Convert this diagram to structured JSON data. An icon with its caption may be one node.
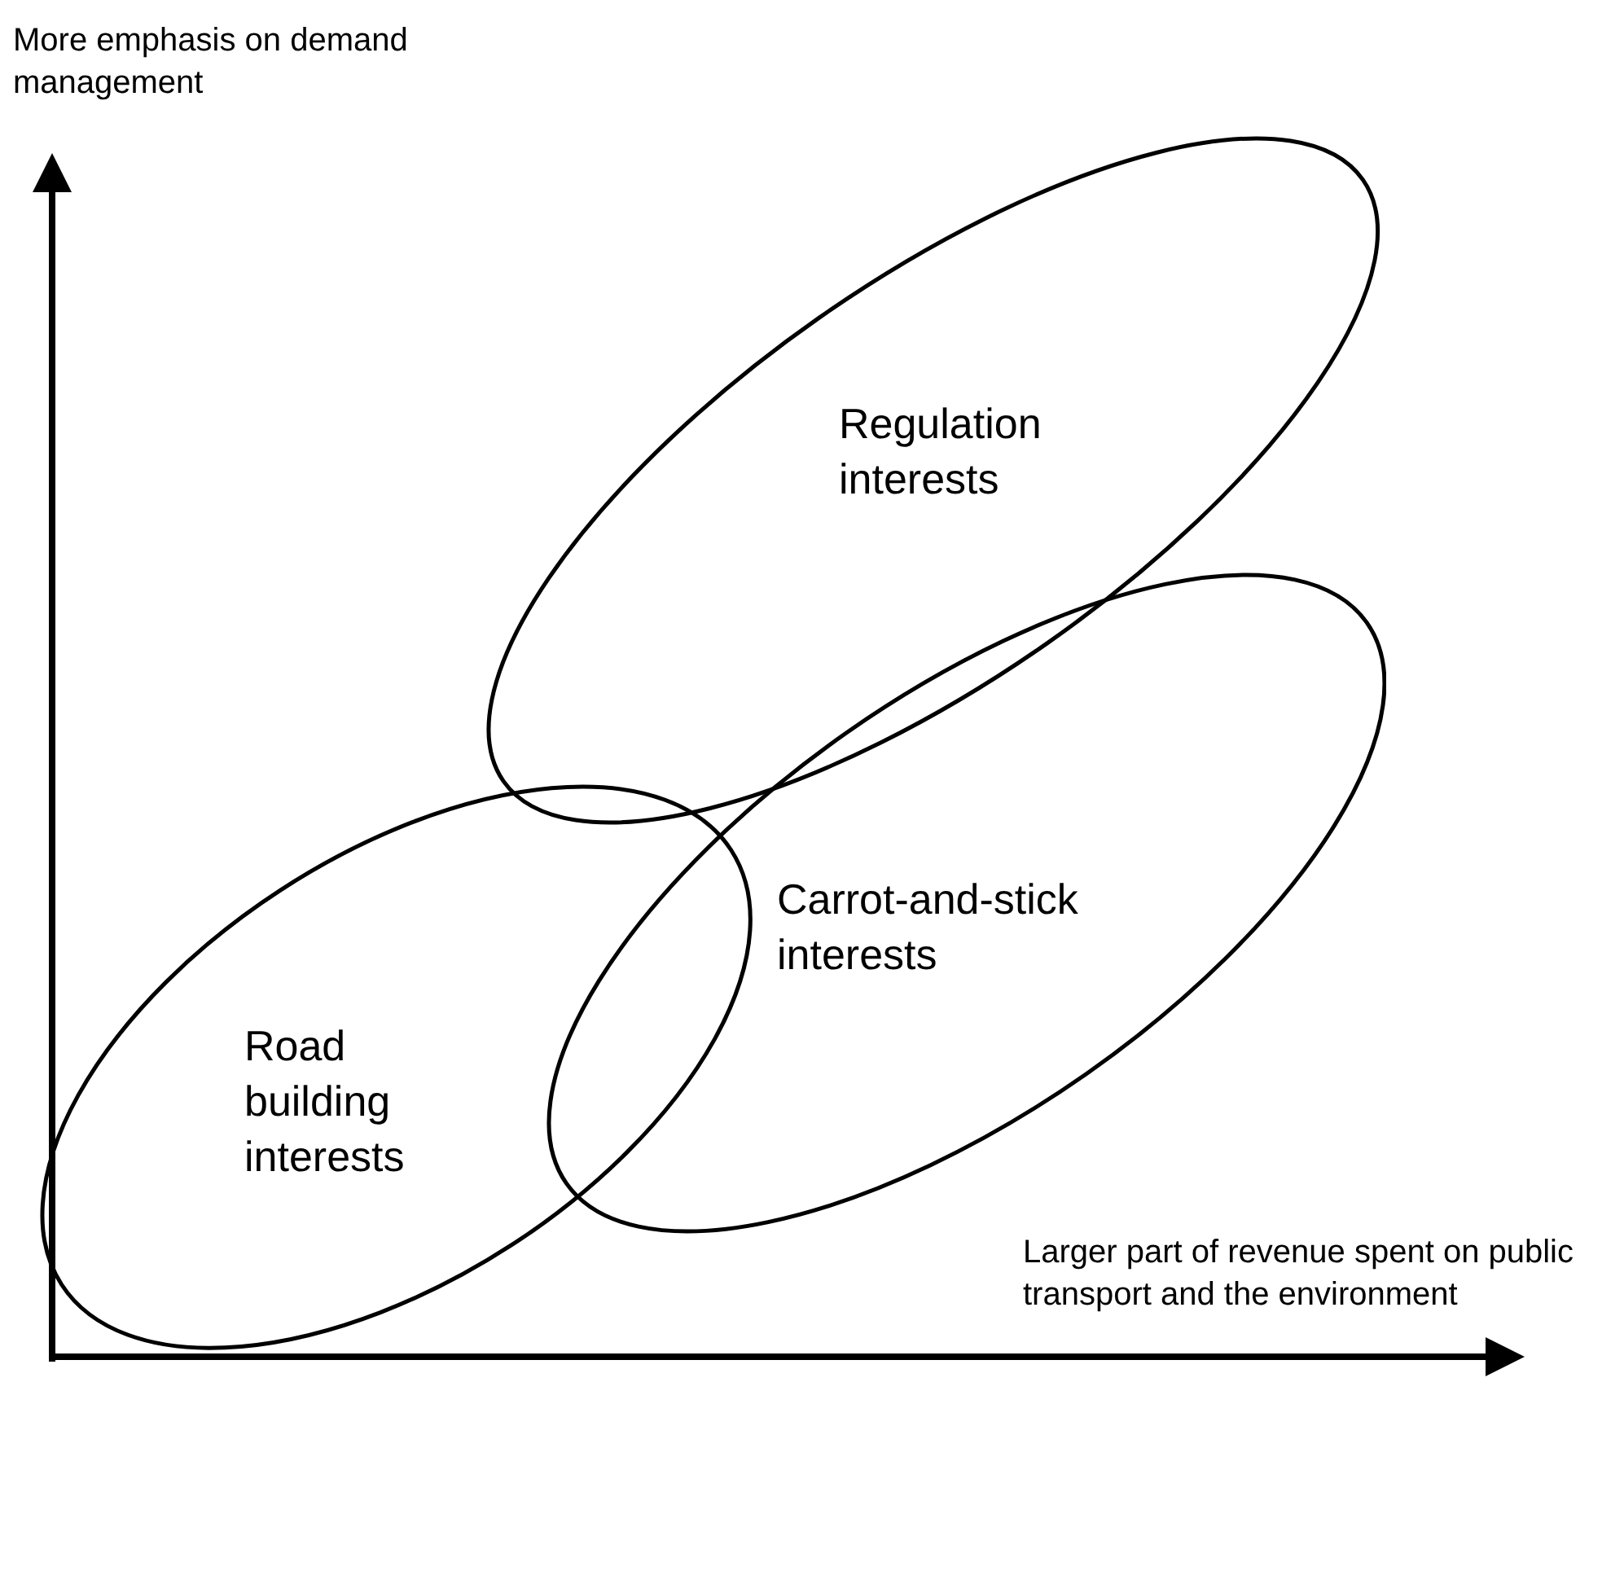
{
  "diagram": {
    "nodes": [
      {
        "text": [
          "Regulation interests"
        ]
      },
      {
        "text": [
          "Carrot-and-stick interests"
        ]
      },
      {
        "text": [
          "Road building interests"
        ]
      }
    ],
    "labels": [
      "More emphasis on demand management",
      "Larger part of revenue spent on public transport and the environment"
    ]
  }
}
